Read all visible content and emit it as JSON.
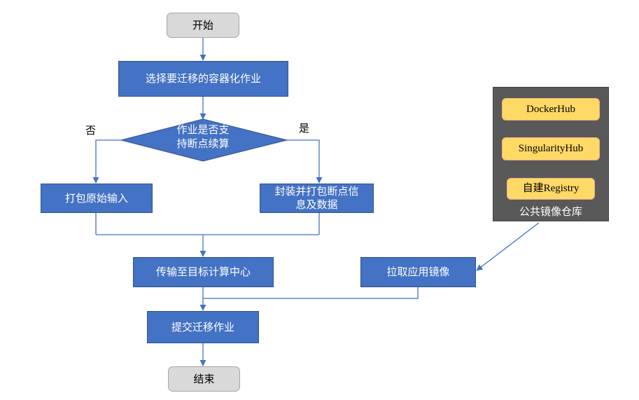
{
  "nodes": {
    "start": "开始",
    "select": "选择要迁移的容器化作业",
    "decision_line1": "作业是否支",
    "decision_line2": "持断点续算",
    "pack_raw": "打包原始输入",
    "pack_ckpt_line1": "封装并打包断点信",
    "pack_ckpt_line2": "息及数据",
    "transfer": "传输至目标计算中心",
    "pull_image": "拉取应用镜像",
    "submit": "提交迁移作业",
    "end": "结束"
  },
  "branch_labels": {
    "no": "否",
    "yes": "是"
  },
  "repository": {
    "caption": "公共镜像仓库",
    "items": [
      "DockerHub",
      "SingularityHub",
      "自建Registry"
    ]
  },
  "colors": {
    "process": "#4472C4",
    "terminal": "#D9D9D9",
    "repo_panel": "#595959",
    "repo_item": "#FFD966",
    "line": "#4472C4"
  }
}
